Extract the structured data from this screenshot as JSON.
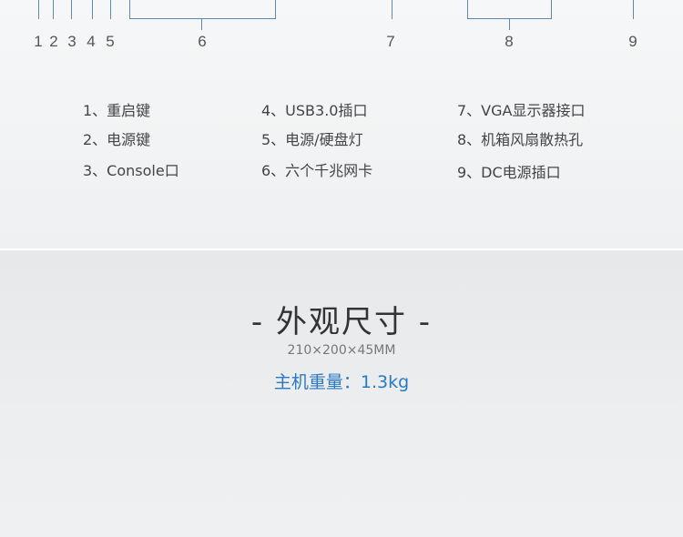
{
  "callouts": [
    "1",
    "2",
    "3",
    "4",
    "5",
    "6",
    "7",
    "8",
    "9"
  ],
  "legend": {
    "col1": [
      "1、重启键",
      "2、电源键",
      "3、Console口"
    ],
    "col2": [
      "4、USB3.0插口",
      "5、电源/硬盘灯",
      "6、六个千兆网卡"
    ],
    "col3": [
      "7、VGA显示器接口",
      "8、机箱风扇散热孔",
      "9、DC电源插口"
    ]
  },
  "dimensions": {
    "title": "- 外观尺寸 -",
    "size": "210×200×45MM",
    "weight": "主机重量：1.3kg"
  },
  "colors": {
    "line": "#5e86b6",
    "accent": "#2979c6"
  }
}
